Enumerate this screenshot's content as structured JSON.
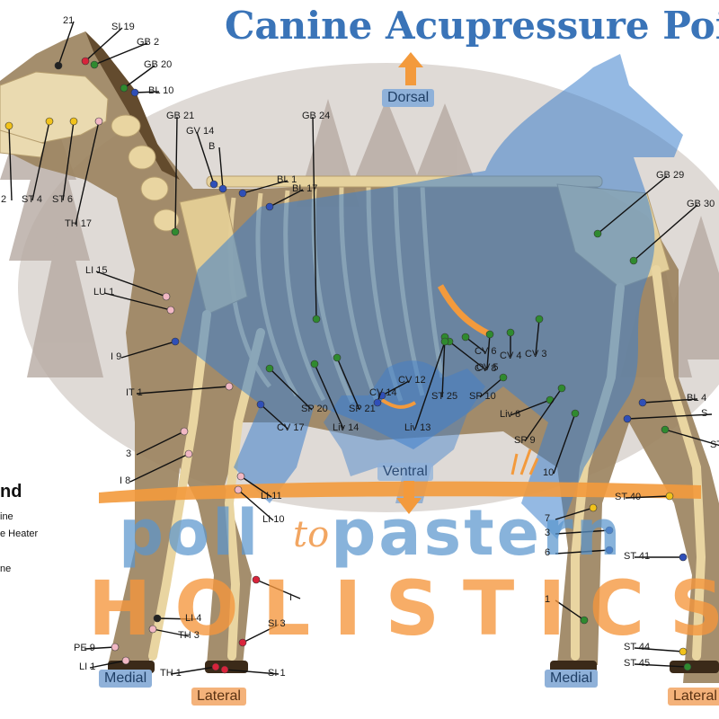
{
  "title": "Canine Acupressure Points",
  "orientation": {
    "dorsal": "Dorsal",
    "ventral": "Ventral",
    "medial_left": "Medial",
    "lateral_left": "Lateral",
    "medial_right": "Medial",
    "lateral_right": "Lateral"
  },
  "legend": {
    "title": "nd",
    "items": [
      "ine",
      "e Heater",
      "ne"
    ]
  },
  "brand": {
    "top": "poll",
    "to": "to",
    "top_end": "pastern",
    "bottom": "HOLISTICS"
  },
  "points": [
    {
      "id": "p1",
      "label": "21"
    },
    {
      "id": "p2",
      "label": "SI 19"
    },
    {
      "id": "p3",
      "label": "GB 2"
    },
    {
      "id": "p4",
      "label": "GB 20"
    },
    {
      "id": "p5",
      "label": "BL 10"
    },
    {
      "id": "p6",
      "label": "GB 21"
    },
    {
      "id": "p7",
      "label": "GV 14"
    },
    {
      "id": "p8",
      "label": "B"
    },
    {
      "id": "p9",
      "label": "GB 24"
    },
    {
      "id": "p10",
      "label": "BL 1"
    },
    {
      "id": "p11",
      "label": "BL 17"
    },
    {
      "id": "p12",
      "label": "GB 29"
    },
    {
      "id": "p13",
      "label": "GB 30"
    },
    {
      "id": "p14",
      "label": "2"
    },
    {
      "id": "p15",
      "label": "ST 4"
    },
    {
      "id": "p16",
      "label": "ST 6"
    },
    {
      "id": "p17",
      "label": "TH 17"
    },
    {
      "id": "p18",
      "label": "LI 15"
    },
    {
      "id": "p19",
      "label": "LU 1"
    },
    {
      "id": "p20",
      "label": "I 9"
    },
    {
      "id": "p21",
      "label": "IT 1"
    },
    {
      "id": "p22",
      "label": "3"
    },
    {
      "id": "p23",
      "label": "I 8"
    },
    {
      "id": "p24",
      "label": "CV 12"
    },
    {
      "id": "p25",
      "label": "CV 14"
    },
    {
      "id": "p26",
      "label": "CV 6"
    },
    {
      "id": "p27",
      "label": "CV 8"
    },
    {
      "id": "p28",
      "label": "CV 5"
    },
    {
      "id": "p29",
      "label": "CV 4"
    },
    {
      "id": "p30",
      "label": "CV 3"
    },
    {
      "id": "p31",
      "label": "ST 25"
    },
    {
      "id": "p32",
      "label": "SP 10"
    },
    {
      "id": "p33",
      "label": "SP 20"
    },
    {
      "id": "p34",
      "label": "SP 21"
    },
    {
      "id": "p35",
      "label": "CV 17"
    },
    {
      "id": "p36",
      "label": "Liv 14"
    },
    {
      "id": "p37",
      "label": "Liv 13"
    },
    {
      "id": "p38",
      "label": "Liv 8"
    },
    {
      "id": "p39",
      "label": "SP 9"
    },
    {
      "id": "p40",
      "label": "10"
    },
    {
      "id": "p41",
      "label": "BL 4"
    },
    {
      "id": "p42",
      "label": "S"
    },
    {
      "id": "p43",
      "label": "ST"
    },
    {
      "id": "p44",
      "label": "ST 40"
    },
    {
      "id": "p45",
      "label": "LI 11"
    },
    {
      "id": "p46",
      "label": "LI 10"
    },
    {
      "id": "p47",
      "label": "7"
    },
    {
      "id": "p48",
      "label": "3"
    },
    {
      "id": "p49",
      "label": "6"
    },
    {
      "id": "p50",
      "label": "ST 41"
    },
    {
      "id": "p51",
      "label": "1"
    },
    {
      "id": "p52",
      "label": "LI 4"
    },
    {
      "id": "p53",
      "label": "SI 3"
    },
    {
      "id": "p54",
      "label": "TH 3"
    },
    {
      "id": "p55",
      "label": "PE 9"
    },
    {
      "id": "p56",
      "label": "LI 1"
    },
    {
      "id": "p57",
      "label": "TH 1"
    },
    {
      "id": "p58",
      "label": "SI 1"
    },
    {
      "id": "p59",
      "label": "ST 44"
    },
    {
      "id": "p60",
      "label": "ST 45"
    },
    {
      "id": "p61",
      "label": "I"
    }
  ],
  "colors": {
    "title": "#3a74b8",
    "horse_body": "#a08660",
    "horse_dark": "#6b5232",
    "bone": "#e9d5a1",
    "trees": "#b9aea6",
    "blue_overlay": "#3d7fcc",
    "orange_accent": "#f39a3c",
    "point_blue": "#2f4fb8",
    "point_green": "#2f8a2f",
    "point_pink": "#f2b8c4",
    "point_yellow": "#f1c21b",
    "point_red": "#d8243b"
  }
}
